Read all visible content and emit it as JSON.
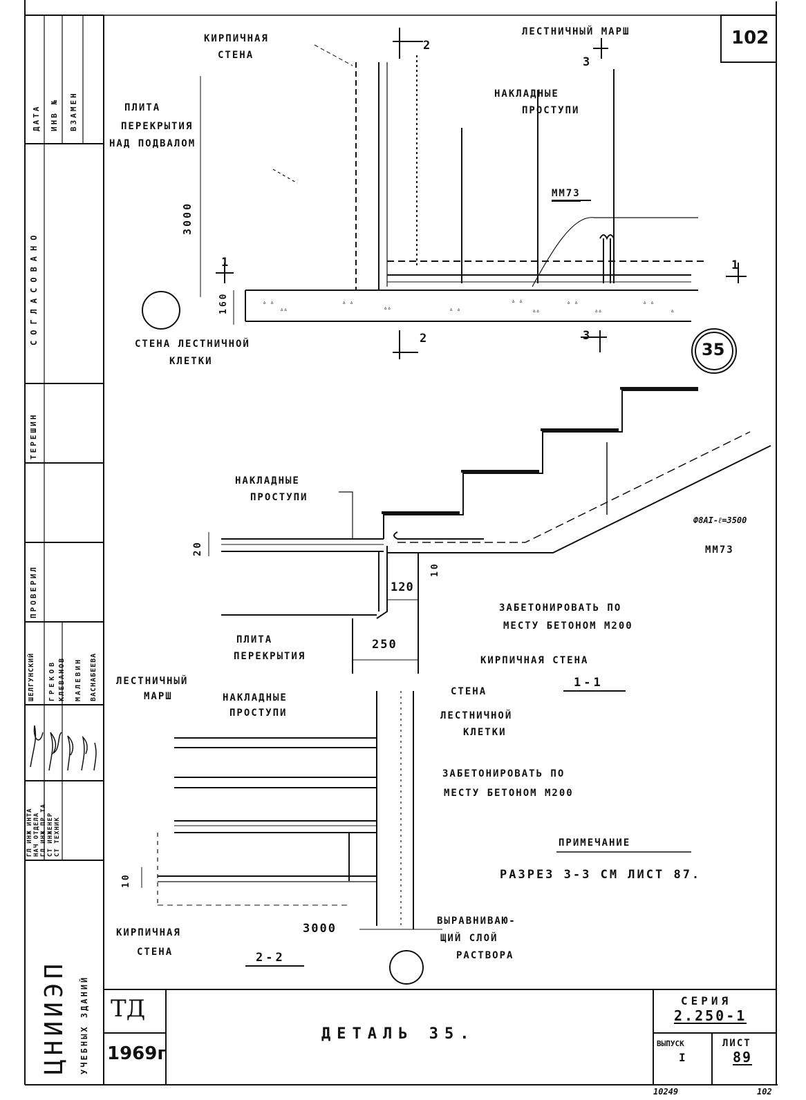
{
  "sheet_number": "102",
  "detail_badge": "35",
  "plan": {
    "brick_wall": [
      "Кирпичная",
      "стена"
    ],
    "stair_flight": "Лестничный марш",
    "floor_slab": [
      "Плита",
      "перекрытия",
      "над подвалом"
    ],
    "nosings": [
      "Накладные",
      "проступи"
    ],
    "part_code": "ММ73",
    "height_dim": "3000",
    "slab_dim": "160",
    "stair_wall": [
      "Стена лестничной",
      "клетки"
    ],
    "cut_1": "1",
    "cut_2": "2",
    "cut_3": "3"
  },
  "section_1_1": {
    "nosings": [
      "Накладные",
      "проступи"
    ],
    "rebar": "Ф8АI-ℓ=3500",
    "part_code": "ММ73",
    "dim_20": "20",
    "dim_10": "10",
    "dim_120": "120",
    "dim_250": "250",
    "concrete_note": [
      "Забетонировать по",
      "месту бетоном М200"
    ],
    "slab": [
      "Плита",
      "перекрытия"
    ],
    "brick_wall": "Кирпичная стена",
    "title": "1-1"
  },
  "section_2_2": {
    "stair_flight": [
      "Лестничный",
      "марш"
    ],
    "nosings": [
      "Накладные",
      "проступи"
    ],
    "stair_wall": [
      "Стена",
      "лестничной",
      "клетки"
    ],
    "concrete_note": [
      "Забетонировать по",
      "месту бетоном М200"
    ],
    "brick_wall": [
      "Кирпичная",
      "стена"
    ],
    "leveling": [
      "Выравниваю-",
      "щий слой",
      "раствора"
    ],
    "dim_3000": "3000",
    "dim_10": "10",
    "title": "2-2"
  },
  "note": {
    "heading": "Примечание",
    "text": "Разрез 3-3 см лист 87."
  },
  "title_block": {
    "td": "ТД",
    "year": "1969г",
    "title": "Деталь 35.",
    "series_label": "Серия",
    "series_value": "2.250-1",
    "issue_label": "Выпуск",
    "issue_value": "I",
    "sheet_label": "Лист",
    "sheet_value": "89",
    "inv_number": "10249",
    "corner_number": "102"
  },
  "side_stamp": {
    "org": "ЦНИИЭП",
    "org_sub": "учебных зданий",
    "date": "Дата",
    "inv": "Инв №",
    "replace": "Взамен",
    "agreed": "Согласовано",
    "tereshin": "Терешин",
    "checked": "Проверил",
    "roles": [
      "Гл инж инта",
      "Нач отдела",
      "Гл инж пр та",
      "Ст инженер",
      "Ст техник"
    ],
    "names": [
      "Шелгунский",
      "Греков",
      "Клеванов",
      "Малевин",
      "Васнабеева"
    ]
  },
  "colors": {
    "ink": "#111111",
    "paper": "#ffffff"
  }
}
